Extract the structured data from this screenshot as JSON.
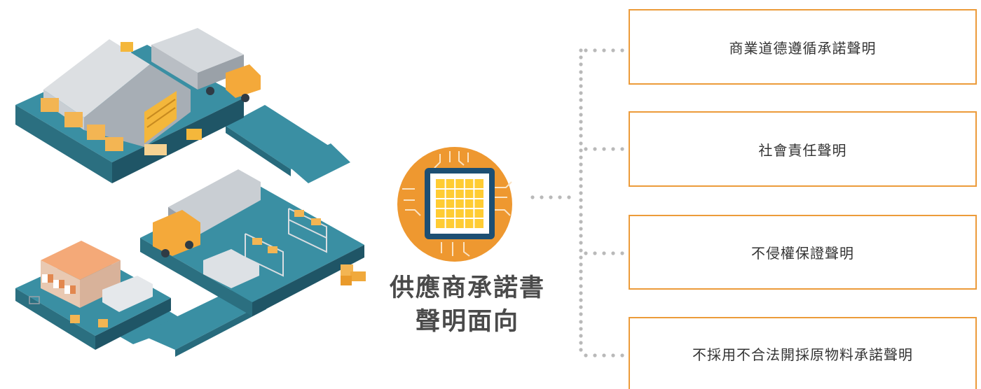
{
  "center_title": {
    "line1": "供應商承諾書",
    "line2": "聲明面向"
  },
  "statements": [
    {
      "label": "商業道德遵循承諾聲明"
    },
    {
      "label": "社會責任聲明"
    },
    {
      "label": "不侵權保證聲明"
    },
    {
      "label": "不採用不合法開採原物料承諾聲明"
    }
  ],
  "colors": {
    "accent_orange": "#ec9b3a",
    "connector_dots": "#b9b9b9",
    "chip_border": "#1d4f73",
    "chip_grid": "#ffcc33",
    "teal_floor": "#3a8fa3",
    "text": "#333333"
  },
  "icons": {
    "center": "cpu-chip-icon",
    "illustration": "logistics-supply-chain-illustration"
  }
}
